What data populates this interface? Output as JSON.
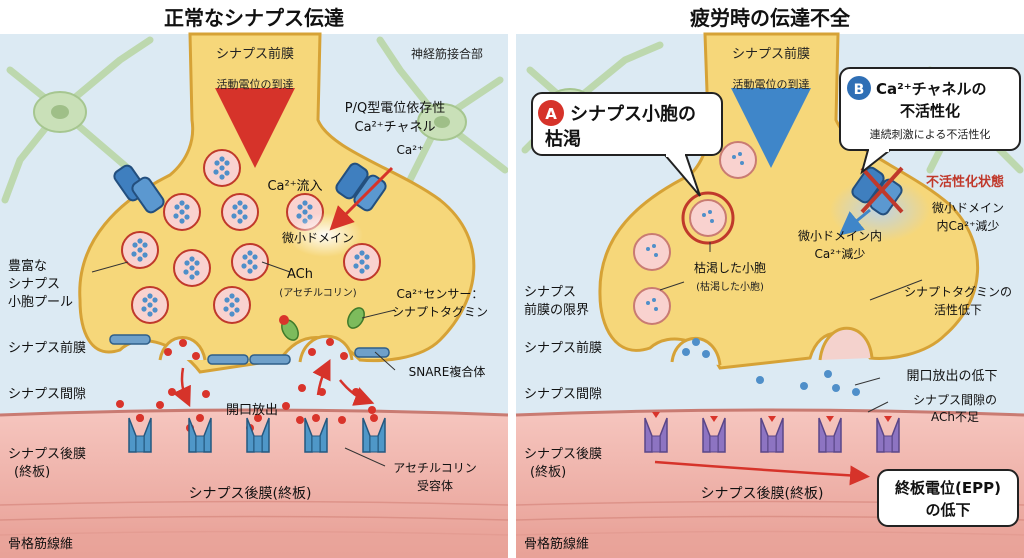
{
  "colors": {
    "background": "#dceaf3",
    "terminal": "#f6d77a",
    "terminal_edge": "#d6a236",
    "muscle": "#f2b3aa",
    "vesicle": "#f9d2cf",
    "ach": "#d9342b",
    "receptor_normal": "#4f97c8",
    "receptor_fatigue": "#8d74c2",
    "channel": "#3f7fbf",
    "arrow_red": "#d6332a",
    "arrow_blue": "#3f86c9",
    "badge_a": "#d6332a",
    "badge_b": "#2f6fb5",
    "neuron": "#b9d6a6"
  },
  "left": {
    "title": "正常なシナプス伝達",
    "presyn_top": "シナプス前膜",
    "junction": "神経筋接合部",
    "ap_arrival": "活動電位の到達",
    "pq_line1": "P/Q型電位依存性",
    "pq_line2": "Ca²⁺チャネル",
    "ca_label": "Ca²⁺",
    "ca_influx": "Ca²⁺流入",
    "microdomain": "微小ドメイン",
    "pool_line1": "豊富な",
    "pool_line2": "シナプス",
    "pool_line3": "小胞プール",
    "ach_label": "ACh",
    "ach_full": "(アセチルコリン)",
    "sensor_line1": "Ca²⁺センサー：",
    "sensor_line2": "シナプトタグミン",
    "presyn_side": "シナプス前膜",
    "snare": "SNARE複合体",
    "cleft": "シナプス間隙",
    "exocytosis": "開口放出",
    "postsyn_side_line1": "シナプス後膜",
    "postsyn_side_line2": "(終板)",
    "receptor_line1": "アセチルコリン",
    "receptor_line2": "受容体",
    "postsyn_bottom": "シナプス後膜(終板)",
    "muscle_fiber": "骨格筋線維"
  },
  "right": {
    "title": "疲労時の伝達不全",
    "presyn_top": "シナプス前膜",
    "ap_arrival": "活動電位の到達",
    "badge_a": "A",
    "callout_a_line1": "シナプス小胞の",
    "callout_a_line2": "枯渇",
    "badge_b": "B",
    "callout_b_line1": "Ca²⁺チャネルの",
    "callout_b_line2": "不活性化",
    "callout_b_sub": "連続刺激による不活性化",
    "inactive_state": "不活性化状態",
    "micro_right_line1": "微小ドメイン",
    "micro_right_line2": "内Ca²⁺減少",
    "micro_center_line1": "微小ドメイン内",
    "micro_center_line2": "Ca²⁺減少",
    "depleted_line1": "枯渇した小胞",
    "depleted_line2": "(枯渇した小胞)",
    "limit_line1": "シナプス",
    "limit_line2": "前膜の限界",
    "presyn_side": "シナプス前膜",
    "syt_line1": "シナプトタグミンの",
    "syt_line2": "活性低下",
    "cleft": "シナプス間隙",
    "exo_low": "開口放出の低下",
    "ach_low_line1": "シナプス間隙の",
    "ach_low_line2": "ACh不足",
    "postsyn_side_line1": "シナプス後膜",
    "postsyn_side_line2": "(終板)",
    "postsyn_bottom": "シナプス後膜(終板)",
    "epp_line1": "終板電位(EPP)",
    "epp_line2": "の低下",
    "muscle_fiber": "骨格筋線維"
  }
}
